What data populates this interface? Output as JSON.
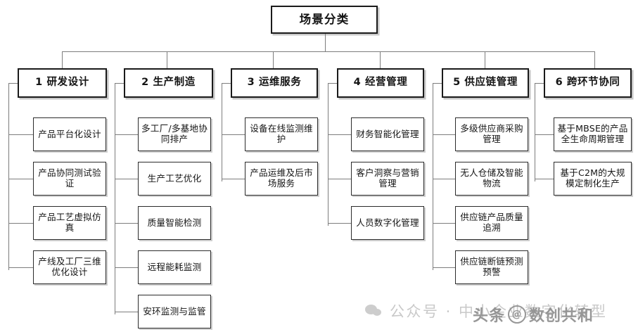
{
  "diagram": {
    "root": {
      "label": "场景分类"
    },
    "categories": [
      {
        "id": "rd-design",
        "label": "1 研发设计",
        "children": [
          {
            "label": "产品平台化设计"
          },
          {
            "label": "产品协同测试验证"
          },
          {
            "label": "产品工艺虚拟仿真"
          },
          {
            "label": "产线及工厂三维优化设计"
          }
        ]
      },
      {
        "id": "production",
        "label": "2 生产制造",
        "children": [
          {
            "label": "多工厂/多基地协同排产"
          },
          {
            "label": "生产工艺优化"
          },
          {
            "label": "质量智能检测"
          },
          {
            "label": "远程能耗监测"
          },
          {
            "label": "安环监测与监管"
          }
        ]
      },
      {
        "id": "ops-service",
        "label": "3 运维服务",
        "children": [
          {
            "label": "设备在线监测维护"
          },
          {
            "label": "产品运维及后市场服务"
          }
        ]
      },
      {
        "id": "business-mgmt",
        "label": "4 经营管理",
        "children": [
          {
            "label": "财务智能化管理"
          },
          {
            "label": "客户洞察与营销管理"
          },
          {
            "label": "人员数字化管理"
          }
        ]
      },
      {
        "id": "supply-chain",
        "label": "5 供应链管理",
        "children": [
          {
            "label": "多级供应商采购管理"
          },
          {
            "label": "无人仓储及智能物流"
          },
          {
            "label": "供应链产品质量追溯"
          },
          {
            "label": "供应链断链预测预警"
          }
        ]
      },
      {
        "id": "cross-link",
        "label": "6 跨环节协同",
        "children": [
          {
            "label": "基于MBSE的产品全生命周期管理"
          },
          {
            "label": "基于C2M的大规模定制化生产"
          }
        ]
      }
    ]
  },
  "watermarks": {
    "wechat": {
      "icon": "wechat-icon",
      "text": "公众号 · 中小企业数字化转型"
    },
    "toutiao": {
      "prefix": "头条",
      "at": "@",
      "name": "数创共和"
    }
  },
  "colors": {
    "box_border": "#1a1a1a",
    "leaf_border": "#2b2b2b",
    "connector": "#7d7d7d",
    "background": "#ffffff",
    "watermark_light": "#c9c9c9",
    "watermark_dark": "#8f8f8f"
  }
}
